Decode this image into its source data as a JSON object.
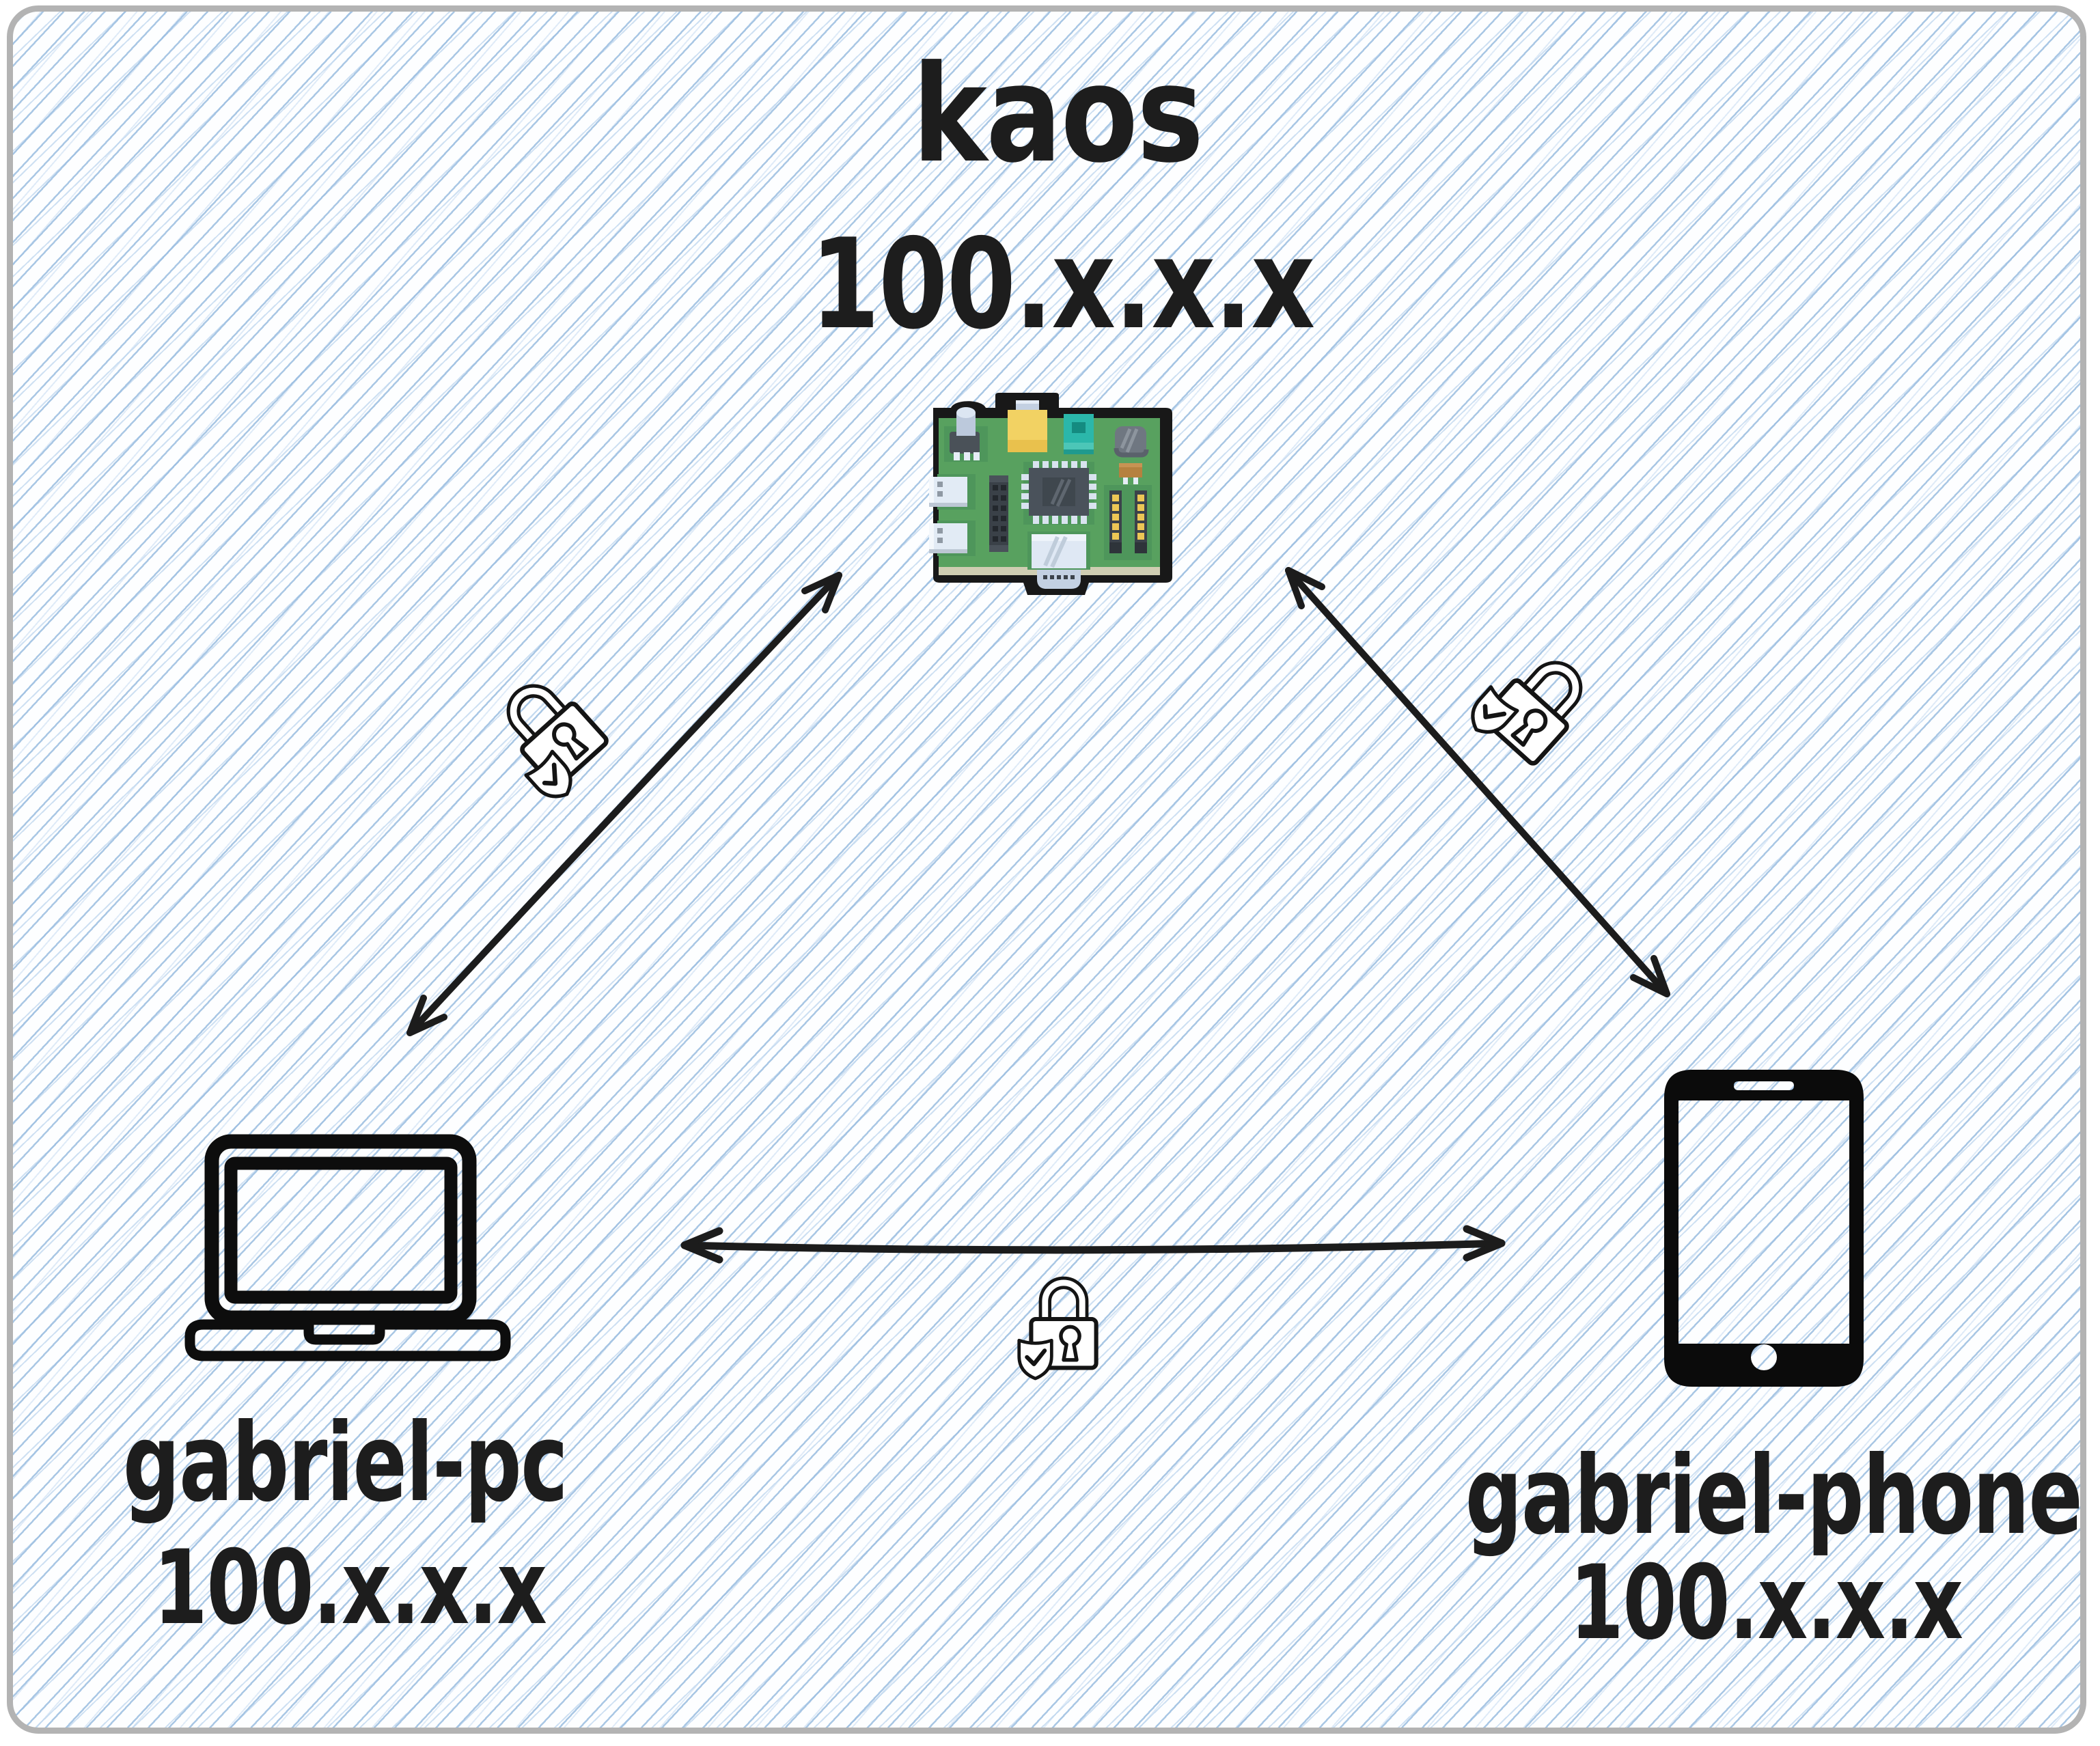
{
  "canvas": {
    "background": "#ffffff",
    "hatch_color": "#a8c8e8",
    "border_color": "#b3b3b3",
    "ink_color": "#1d1d1d"
  },
  "hub": {
    "name": "kaos",
    "ip": "100.x.x.x",
    "icon": "raspberry-pi-board-icon"
  },
  "nodes": [
    {
      "name": "gabriel-pc",
      "ip": "100.x.x.x",
      "icon": "laptop-icon"
    },
    {
      "name": "gabriel-phone",
      "ip": "100.x.x.x",
      "icon": "smartphone-icon"
    }
  ],
  "connections": [
    {
      "from": "gabriel-pc",
      "to": "kaos",
      "type": "double-arrow",
      "badge": "padlock-shield-check-icon"
    },
    {
      "from": "kaos",
      "to": "gabriel-phone",
      "type": "double-arrow",
      "badge": "padlock-shield-check-icon"
    },
    {
      "from": "gabriel-pc",
      "to": "gabriel-phone",
      "type": "double-arrow",
      "badge": "padlock-shield-check-icon"
    }
  ],
  "pi_colors": {
    "board": "#58a15f",
    "frame": "#181818",
    "pad": "#4e965b",
    "strip": "#cfcdb2",
    "silver": "#dfe8f4",
    "yellow": "#f2d263",
    "teal": "#2bb7aa",
    "gray": "#6f7781",
    "brown": "#b5813f",
    "chip": "#4a525b",
    "pin_yellow": "#ecc655"
  }
}
